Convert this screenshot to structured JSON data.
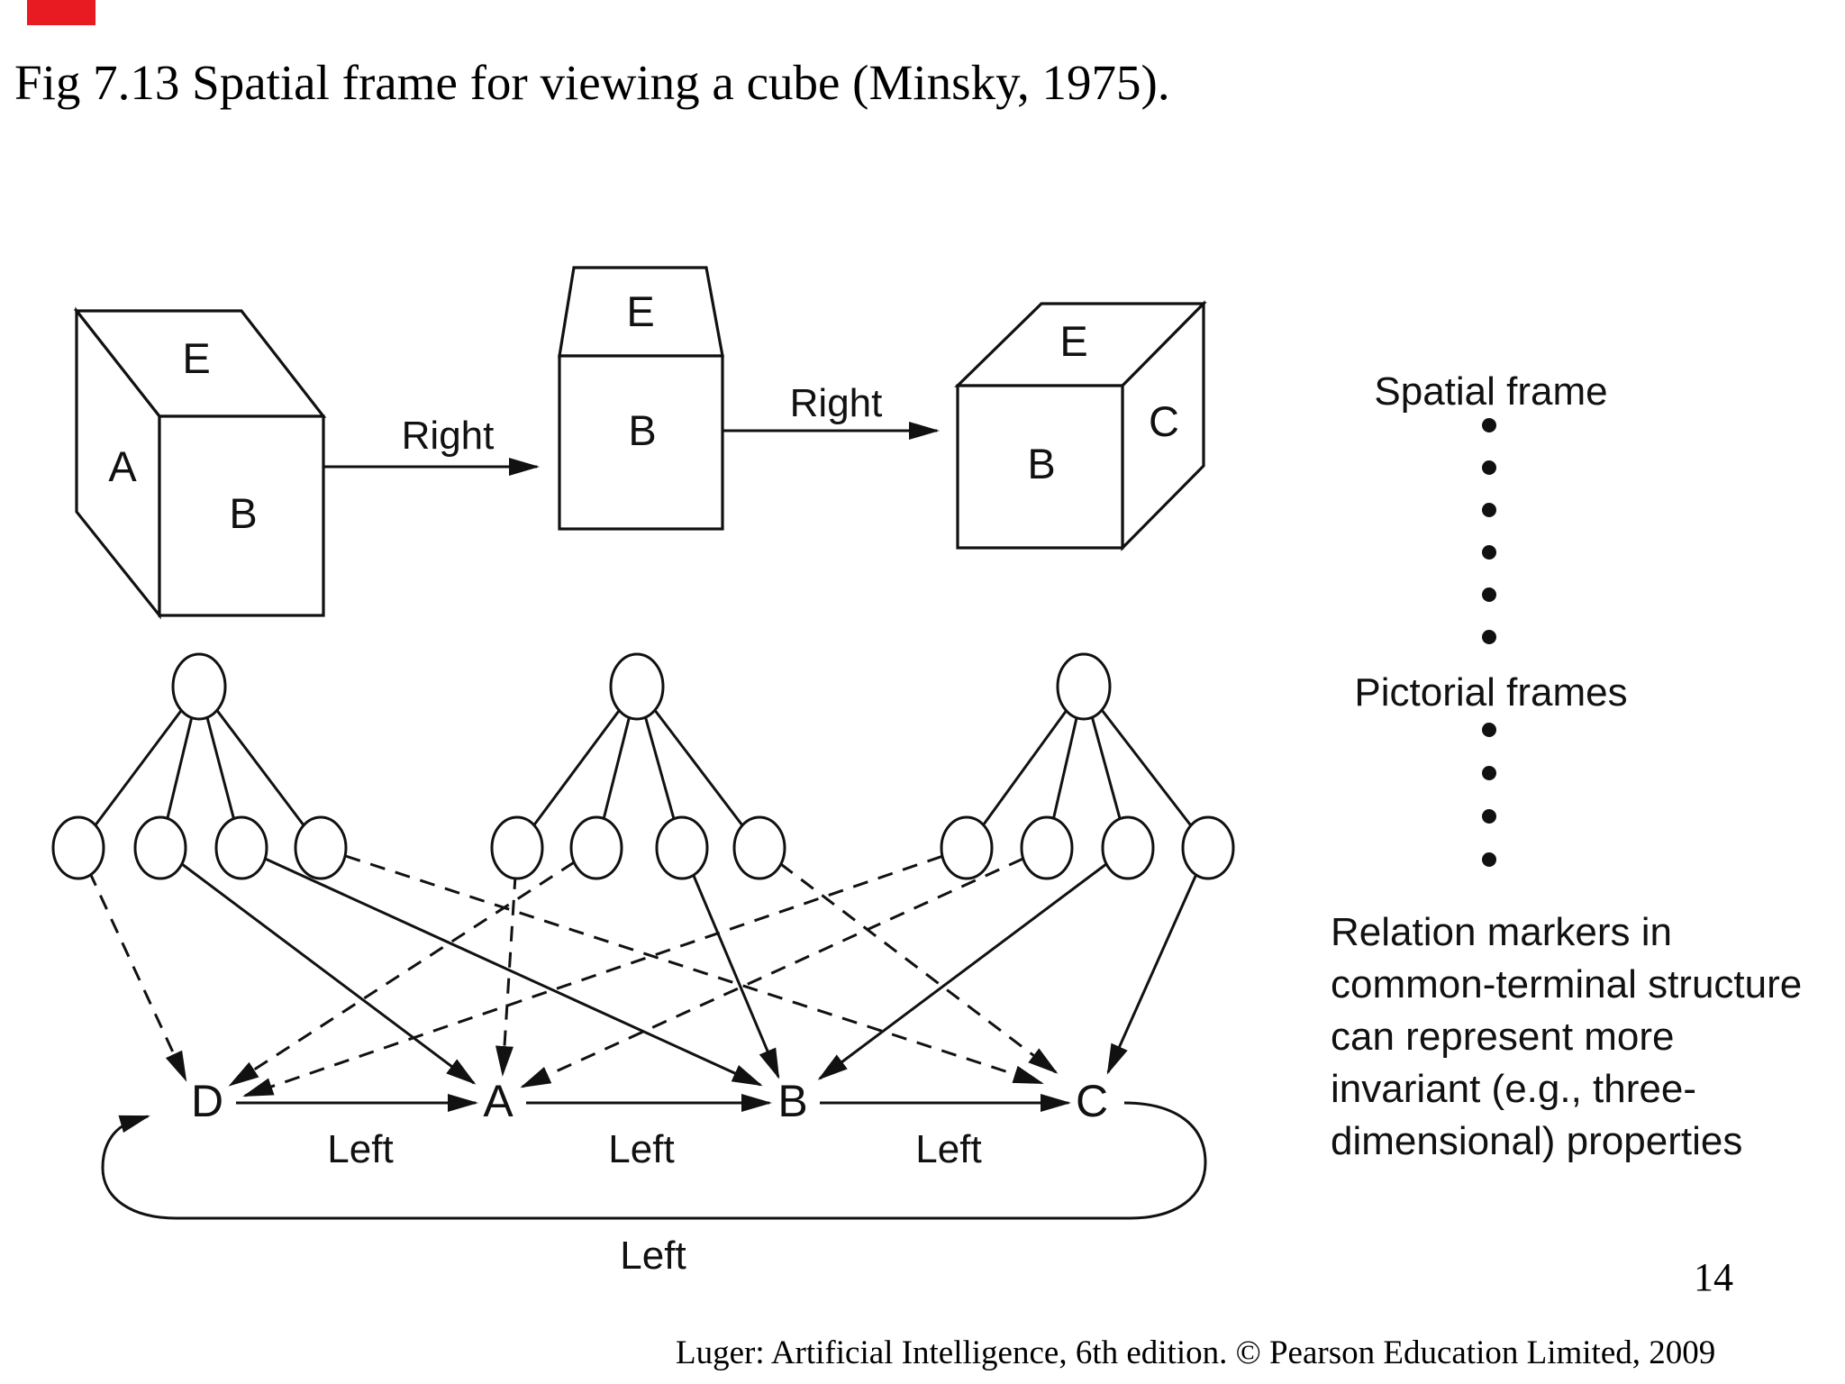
{
  "accent": {
    "red_bar_color": "#e81b23"
  },
  "title": "Fig 7.13 Spatial frame for viewing a cube (Minsky, 1975).",
  "cubes": [
    {
      "view": "left-view",
      "labels": {
        "top": "E",
        "side": "A",
        "front": "B"
      }
    },
    {
      "view": "front-view",
      "labels": {
        "top": "E",
        "front": "B"
      }
    },
    {
      "view": "right-view",
      "labels": {
        "top": "E",
        "front": "B",
        "side": "C"
      }
    }
  ],
  "transitions": [
    {
      "label": "Right"
    },
    {
      "label": "Right"
    }
  ],
  "network": {
    "frames": [
      {
        "terminals": 4
      },
      {
        "terminals": 4
      },
      {
        "terminals": 4
      }
    ],
    "relation_nodes": [
      "D",
      "A",
      "B",
      "C"
    ],
    "relation_arrow_labels": [
      "Left",
      "Left",
      "Left"
    ],
    "loop_label": "Left"
  },
  "sidebar": {
    "spatial_frame_label": "Spatial frame",
    "pictorial_frames_label": "Pictorial frames",
    "note_lines": [
      "Relation markers in",
      "common-terminal structure",
      "can represent more",
      "invariant (e.g., three-",
      "dimensional) properties"
    ]
  },
  "footer": {
    "page_number": "14",
    "credit": "Luger: Artificial Intelligence, 6th edition. © Pearson Education Limited, 2009"
  }
}
